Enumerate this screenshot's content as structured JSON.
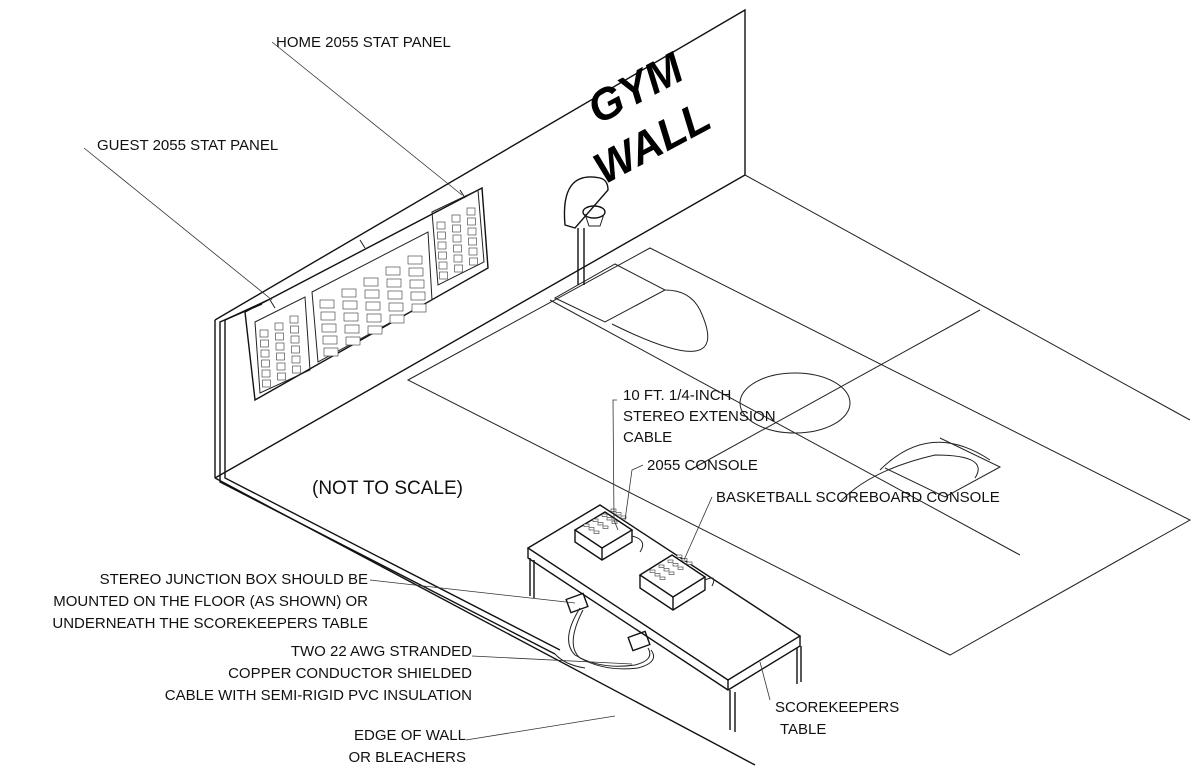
{
  "wall_text": [
    "GYM",
    "WALL"
  ],
  "not_to_scale": "(NOT TO SCALE)",
  "labels": {
    "home_panel": "HOME 2055 STAT PANEL",
    "guest_panel": "GUEST 2055 STAT PANEL",
    "extension_cable": [
      "10 FT. 1/4-INCH",
      "STEREO EXTENSION",
      "CABLE"
    ],
    "console_2055": "2055 CONSOLE",
    "basketball_console": "BASKETBALL SCOREBOARD CONSOLE",
    "junction_box": [
      "STEREO JUNCTION BOX SHOULD BE",
      "MOUNTED ON THE FLOOR (AS SHOWN) OR",
      "UNDERNEATH THE SCOREKEEPERS TABLE"
    ],
    "cable": [
      "TWO 22 AWG STRANDED",
      "COPPER CONDUCTOR SHIELDED",
      "CABLE WITH SEMI-RIGID PVC INSULATION"
    ],
    "edge": [
      "EDGE OF WALL",
      "OR BLEACHERS"
    ],
    "table": [
      "SCOREKEEPERS",
      "TABLE"
    ]
  }
}
